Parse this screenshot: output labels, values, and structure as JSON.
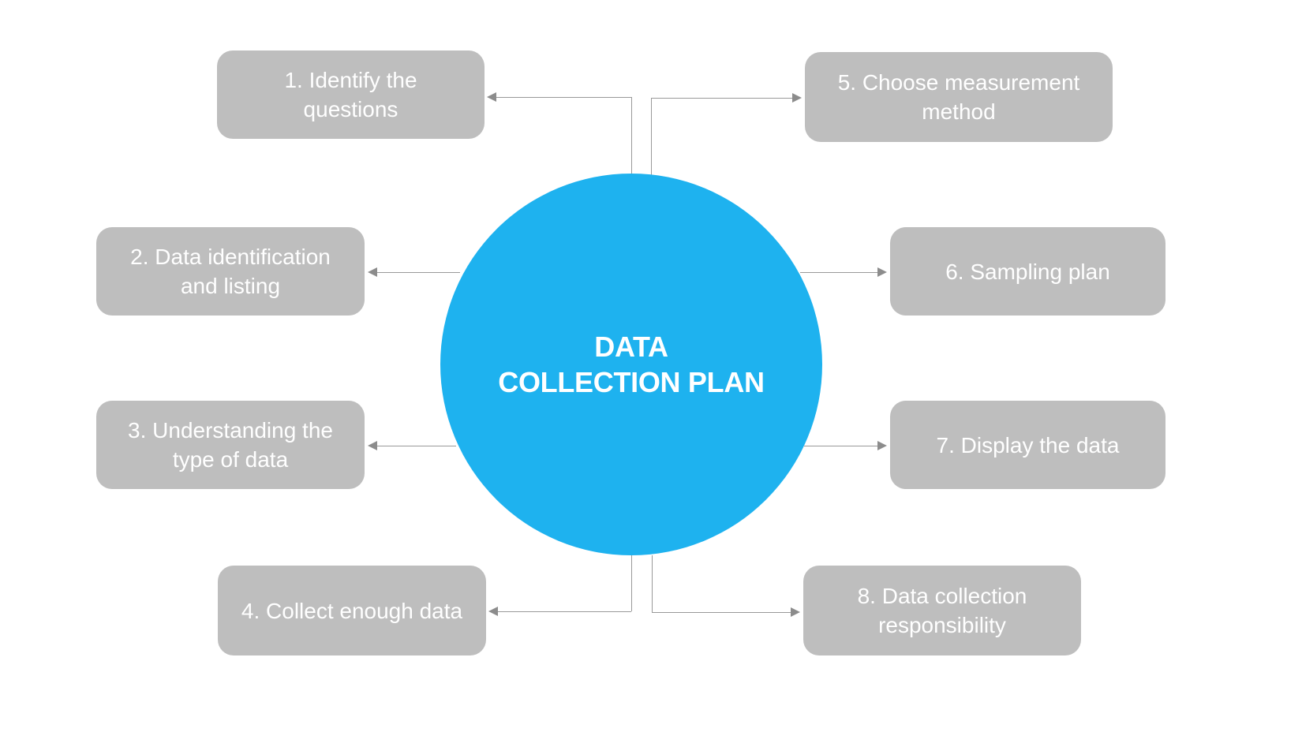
{
  "diagram": {
    "center": {
      "title": "DATA\nCOLLECTION PLAN"
    },
    "steps": [
      {
        "label": "1. Identify the\nquestions"
      },
      {
        "label": "2. Data identification\nand listing"
      },
      {
        "label": "3. Understanding the\ntype of data"
      },
      {
        "label": "4. Collect enough data"
      },
      {
        "label": "5. Choose measurement\nmethod"
      },
      {
        "label": "6. Sampling plan"
      },
      {
        "label": "7. Display the data"
      },
      {
        "label": "8. Data collection\nresponsibility"
      }
    ],
    "colors": {
      "circle_fill": "#1EB2EF",
      "box_fill": "#BEBEBE",
      "connector_line": "#999999",
      "arrowhead": "#8C8C8C",
      "text": "#FFFFFF",
      "background": "#FFFFFF"
    }
  }
}
